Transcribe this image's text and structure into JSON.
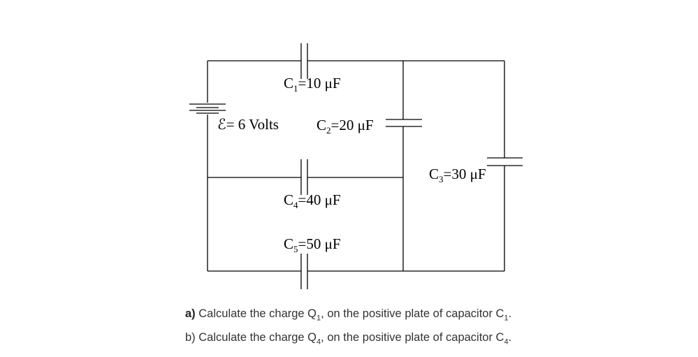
{
  "diagram": {
    "battery": {
      "symbol": "ℰ",
      "eq": "= 6 Volts"
    },
    "c1": {
      "letter": "C",
      "sub": "1",
      "value": "=10 μF"
    },
    "c2": {
      "letter": "C",
      "sub": "2",
      "value": "=20 μF"
    },
    "c3": {
      "letter": "C",
      "sub": "3",
      "value": "=30 μF"
    },
    "c4": {
      "letter": "C",
      "sub": "4",
      "value": "=40 μF"
    },
    "c5": {
      "letter": "C",
      "sub": "5",
      "value": "=50 μF"
    }
  },
  "questions": {
    "a": {
      "marker": "a)",
      "text_before": " Calculate the charge Q",
      "q_sub": "1",
      "text_mid": ", on the positive plate of capacitor C",
      "c_sub": "1",
      "text_end": "."
    },
    "b": {
      "marker": "b)",
      "text_before": " Calculate the charge Q",
      "q_sub": "4",
      "text_mid": ", on the positive plate of capacitor C",
      "c_sub": "4",
      "text_end": "."
    }
  }
}
